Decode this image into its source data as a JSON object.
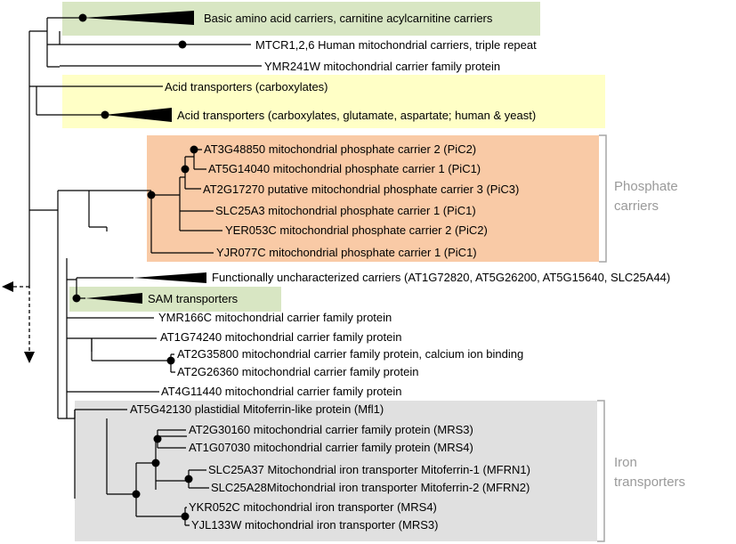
{
  "colors": {
    "green_box": "#d8e6c3",
    "yellow_box": "#ffffc6",
    "orange_box": "#f9caa6",
    "grey_box": "#e0e0e0",
    "bracket": "#a6a6a6",
    "group_label": "#9a9a9a"
  },
  "labels": {
    "basic": "Basic amino acid carriers, carnitine acylcarnitine carriers",
    "mtcr": "MTCR1,2,6 Human mitochondrial carriers, triple repeat",
    "ymr241w": "YMR241W mitochondrial carrier family protein",
    "acid1": "Acid transporters (carboxylates)",
    "acid2": "Acid transporters (carboxylates, glutamate, aspartate; human & yeast)",
    "at3g48850": "AT3G48850 mitochondrial phosphate carrier 2 (PiC2)",
    "at5g14040": "AT5G14040 mitochondrial phosphate carrier 1 (PiC1)",
    "at2g17270": "AT2G17270 putative mitochondrial phosphate carrier 3 (PiC3)",
    "slc25a3": "SLC25A3 mitochondrial phosphate carrier 1 (PiC1)",
    "yer053c": "YER053C mitochondrial phosphate carrier 2 (PiC2)",
    "yjr077c": "YJR077C mitochondrial phosphate carrier 1 (PiC1)",
    "func": "Functionally uncharacterized carriers (AT1G72820, AT5G26200, AT5G15640, SLC25A44)",
    "sam": "SAM transporters",
    "ymr166c": "YMR166C mitochondrial carrier family protein",
    "at1g74240": "AT1G74240 mitochondrial carrier family protein",
    "at2g35800": "AT2G35800 mitochondrial carrier family protein, calcium ion binding",
    "at2g26360": "AT2G26360 mitochondrial carrier family protein",
    "at4g11440": "AT4G11440 mitochondrial carrier family protein",
    "at5g42130": "AT5G42130 plastidial Mitoferrin-like protein (Mfl1)",
    "at2g30160": "AT2G30160 mitochondrial carrier family protein (MRS3)",
    "at1g07030": "AT1G07030 mitochondrial carrier family protein (MRS4)",
    "slc25a37": "SLC25A37 Mitochondrial iron transporter Mitoferrin-1 (MFRN1)",
    "slc25a28": "SLC25A28Mitochondrial iron transporter Mitoferrin-2 (MFRN2)",
    "ykr052c": "YKR052C mitochondrial iron transporter (MRS4)",
    "yjl133w": "YJL133W mitochondrial iron transporter (MRS3)"
  },
  "groups": {
    "phosphate_1": "Phosphate",
    "phosphate_2": "carriers",
    "iron_1": "Iron",
    "iron_2": "transporters"
  }
}
